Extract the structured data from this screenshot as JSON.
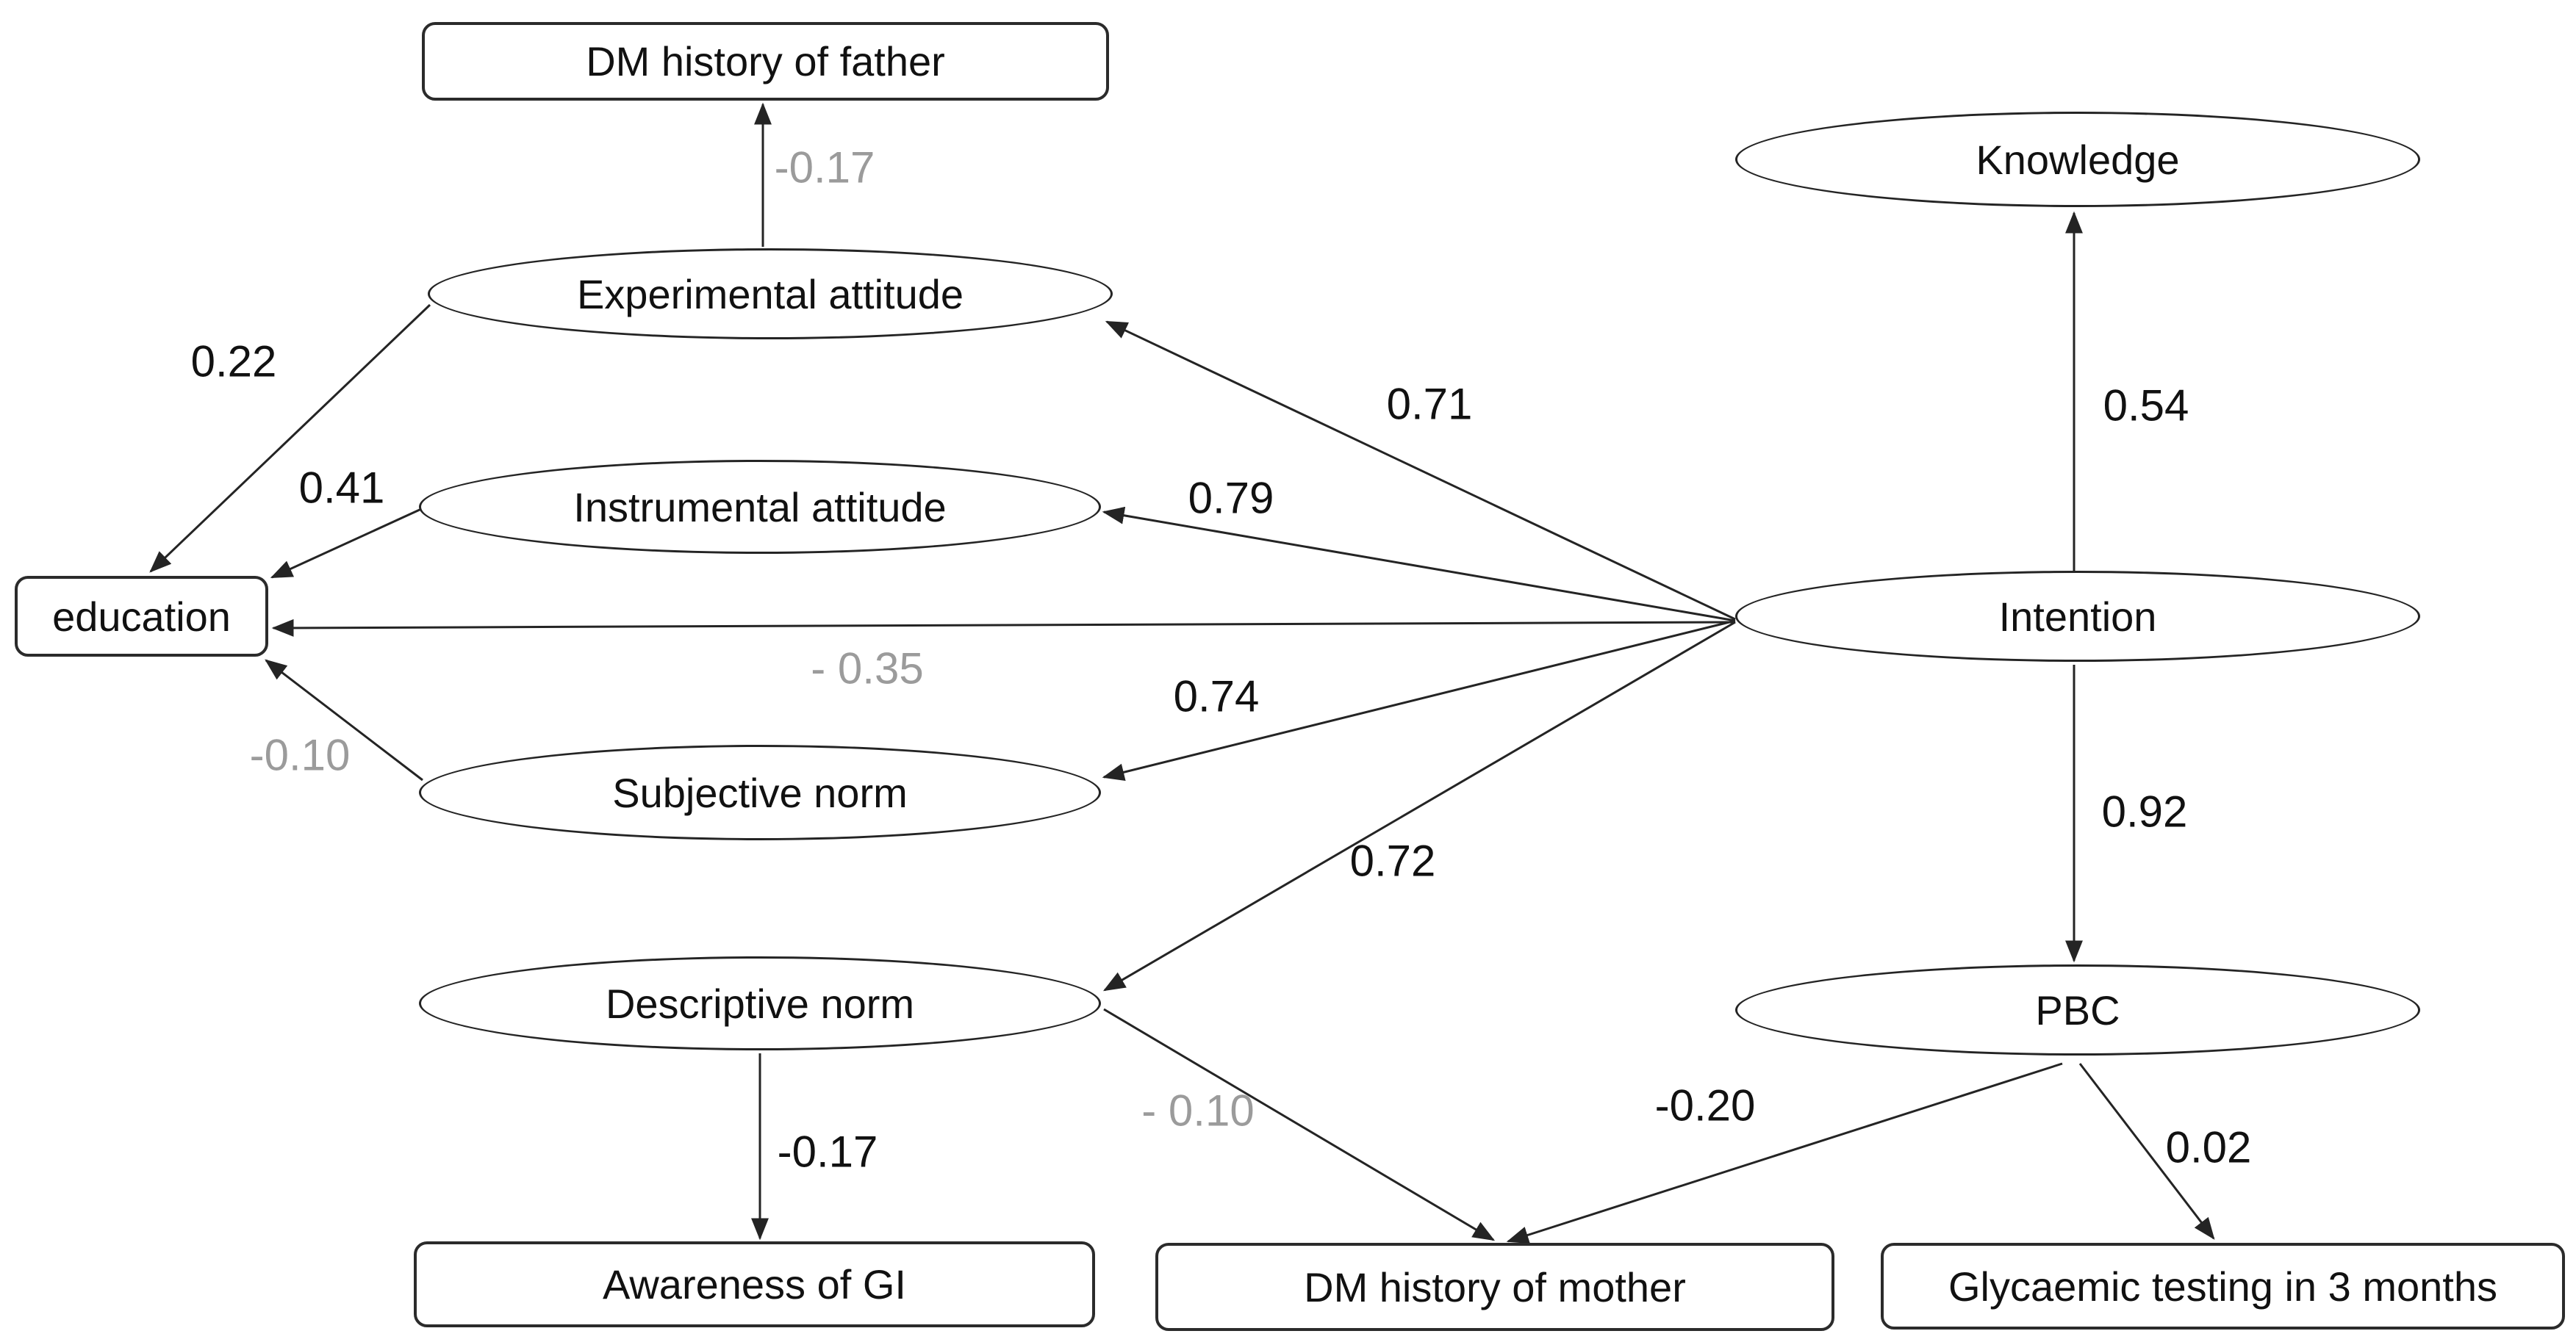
{
  "figure": {
    "type": "path-diagram",
    "background": "#ffffff",
    "stroke_color": "#242424",
    "text_color": "#111111",
    "muted_text_color": "#9b9b9b",
    "nodes": [
      {
        "id": "dm_father",
        "shape": "rect",
        "label": "DM history of father"
      },
      {
        "id": "knowledge",
        "shape": "ellipse",
        "label": "Knowledge"
      },
      {
        "id": "exp_att",
        "shape": "ellipse",
        "label": "Experimental attitude"
      },
      {
        "id": "inst_att",
        "shape": "ellipse",
        "label": "Instrumental attitude"
      },
      {
        "id": "education",
        "shape": "rect",
        "label": "education"
      },
      {
        "id": "intention",
        "shape": "ellipse",
        "label": "Intention"
      },
      {
        "id": "subj_norm",
        "shape": "ellipse",
        "label": "Subjective norm"
      },
      {
        "id": "desc_norm",
        "shape": "ellipse",
        "label": "Descriptive norm"
      },
      {
        "id": "pbc",
        "shape": "ellipse",
        "label": "PBC"
      },
      {
        "id": "awareness",
        "shape": "rect",
        "label": "Awareness of GI"
      },
      {
        "id": "dm_mother",
        "shape": "rect",
        "label": "DM history of mother"
      },
      {
        "id": "glycaemic",
        "shape": "rect",
        "label": "Glycaemic testing in 3 months"
      }
    ],
    "edges": [
      {
        "id": "exp_att-dm_father",
        "from": "exp_att",
        "to": "dm_father",
        "coef": "-0.17",
        "muted": true
      },
      {
        "id": "exp_att-education",
        "from": "exp_att",
        "to": "education",
        "coef": "0.22",
        "muted": false
      },
      {
        "id": "inst_att-education",
        "from": "inst_att",
        "to": "education",
        "coef": "0.41",
        "muted": false
      },
      {
        "id": "intention-exp_att",
        "from": "intention",
        "to": "exp_att",
        "coef": "0.71",
        "muted": false
      },
      {
        "id": "intention-inst_att",
        "from": "intention",
        "to": "inst_att",
        "coef": "0.79",
        "muted": false
      },
      {
        "id": "intention-education",
        "from": "intention",
        "to": "education",
        "coef": "- 0.35",
        "muted": true
      },
      {
        "id": "subj_norm-education",
        "from": "subj_norm",
        "to": "education",
        "coef": "-0.10",
        "muted": true
      },
      {
        "id": "intention-subj_norm",
        "from": "intention",
        "to": "subj_norm",
        "coef": "0.74",
        "muted": false
      },
      {
        "id": "intention-desc_norm",
        "from": "intention",
        "to": "desc_norm",
        "coef": "0.72",
        "muted": false
      },
      {
        "id": "intention-knowledge",
        "from": "intention",
        "to": "knowledge",
        "coef": "0.54",
        "muted": false
      },
      {
        "id": "intention-pbc",
        "from": "intention",
        "to": "pbc",
        "coef": "0.92",
        "muted": false
      },
      {
        "id": "desc_norm-awareness",
        "from": "desc_norm",
        "to": "awareness",
        "coef": "-0.17",
        "muted": false
      },
      {
        "id": "desc_norm-dm_mother",
        "from": "desc_norm",
        "to": "dm_mother",
        "coef": "- 0.10",
        "muted": true
      },
      {
        "id": "pbc-dm_mother",
        "from": "pbc",
        "to": "dm_mother",
        "coef": "-0.20",
        "muted": false
      },
      {
        "id": "pbc-glycaemic",
        "from": "pbc",
        "to": "glycaemic",
        "coef": "0.02",
        "muted": false
      }
    ]
  }
}
